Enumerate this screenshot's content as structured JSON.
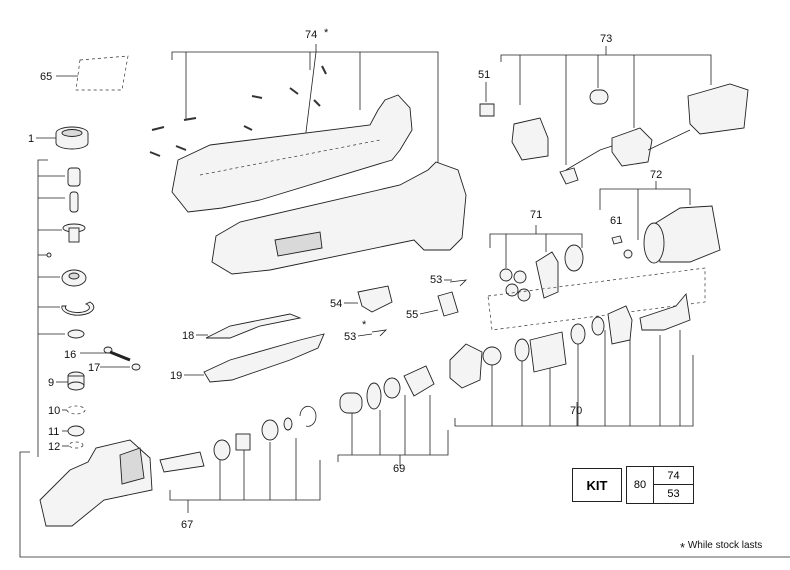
{
  "diagram": {
    "labels": {
      "p1": "1",
      "p9": "9",
      "p10": "10",
      "p11": "11",
      "p12": "12",
      "p16": "16",
      "p17": "17",
      "p18": "18",
      "p19": "19",
      "p51": "51",
      "p53a": "53",
      "p53b": "53",
      "p54": "54",
      "p55": "55",
      "p61": "61",
      "p65": "65",
      "p67": "67",
      "p69": "69",
      "p70": "70",
      "p71": "71",
      "p72": "72",
      "p73": "73",
      "p74": "74"
    },
    "asterisk": "*"
  },
  "kit": {
    "title": "KIT",
    "number": "80",
    "items": [
      "74",
      "53"
    ]
  },
  "footnote": {
    "symbol": "*",
    "text": "While stock lasts"
  },
  "colors": {
    "line": "#222222",
    "fill": "#f4f4f4",
    "background": "#ffffff"
  }
}
